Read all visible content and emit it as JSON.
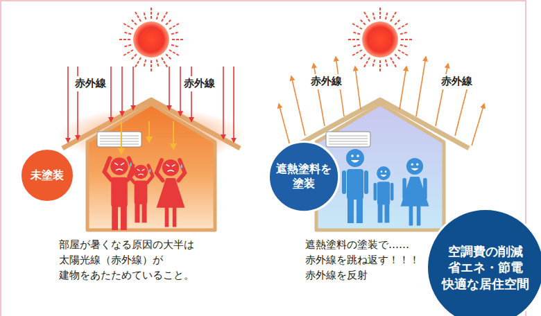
{
  "diagram": {
    "nodes": [
      {
        "text": [
          "未塗装"
        ]
      },
      {
        "text": [
          "遮熱塗料を 塗装"
        ]
      },
      {
        "text": [
          "空調費の削減 省エネ・節電 快適な居住空間"
        ]
      }
    ],
    "labels": [
      "赤外線",
      "赤外線",
      "赤外線",
      "赤外線",
      "部屋が暑くなる原因の大半は 太陽光線（赤外線）が 建物をあたためていること。",
      "遮熱塗料の塗装で…… 赤外線を跳ね返す！！！ 赤外線を反射"
    ]
  }
}
